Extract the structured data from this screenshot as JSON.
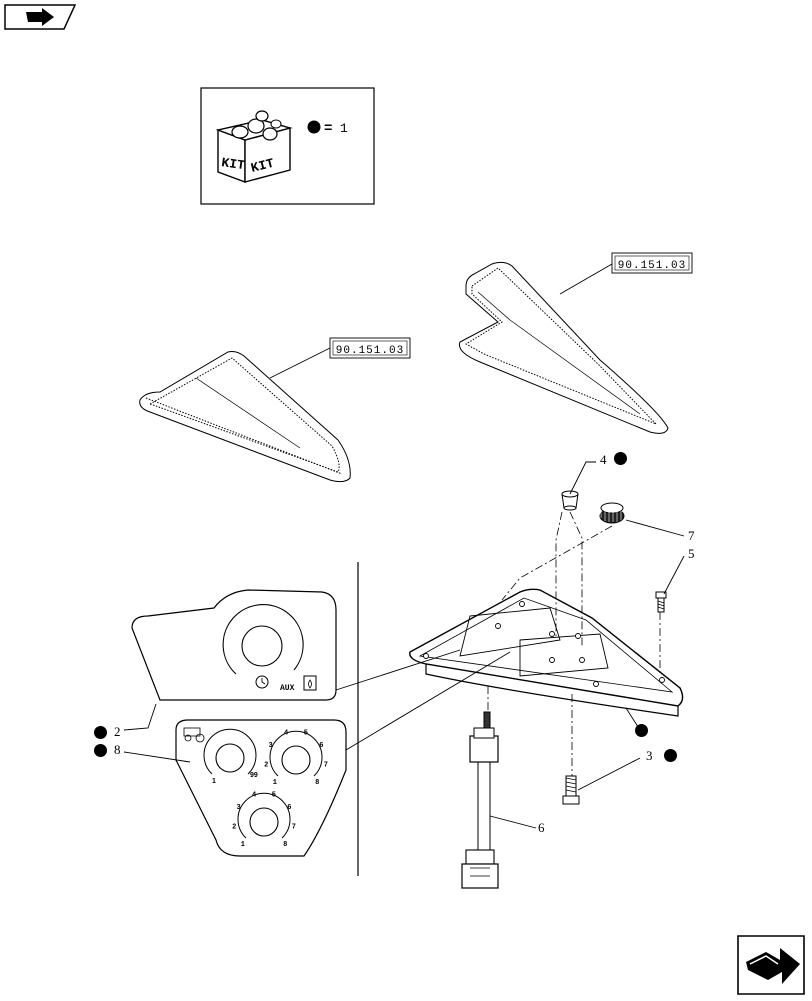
{
  "nav": {
    "top_icon": "back-arrow-icon",
    "bottom_icon": "forward-arrow-icon"
  },
  "kit_legend": {
    "box_text_1": "KIT",
    "box_text_2": "KIT",
    "equals": "=",
    "item": "1"
  },
  "references": [
    {
      "text": "90.151.03"
    },
    {
      "text": "90.151.03"
    }
  ],
  "callouts": [
    {
      "number": "4",
      "has_bullet": true
    },
    {
      "number": "7",
      "has_bullet": false
    },
    {
      "number": "5",
      "has_bullet": false
    },
    {
      "number": "3",
      "has_bullet": true
    },
    {
      "number": "6",
      "has_bullet": false
    },
    {
      "number": "2",
      "has_bullet": true
    },
    {
      "number": "8",
      "has_bullet": true
    }
  ],
  "decal_top": {
    "aux_label": "AUX"
  },
  "decal_bottom": {
    "dial_left": {
      "min": "1",
      "max": "99"
    },
    "dial_right_ticks": [
      "1",
      "2",
      "3",
      "4",
      "5",
      "6",
      "7",
      "8"
    ],
    "dial_bottom_ticks": [
      "1",
      "2",
      "3",
      "4",
      "5",
      "6",
      "7",
      "8"
    ]
  },
  "colors": {
    "line": "#000000",
    "background": "#ffffff"
  }
}
